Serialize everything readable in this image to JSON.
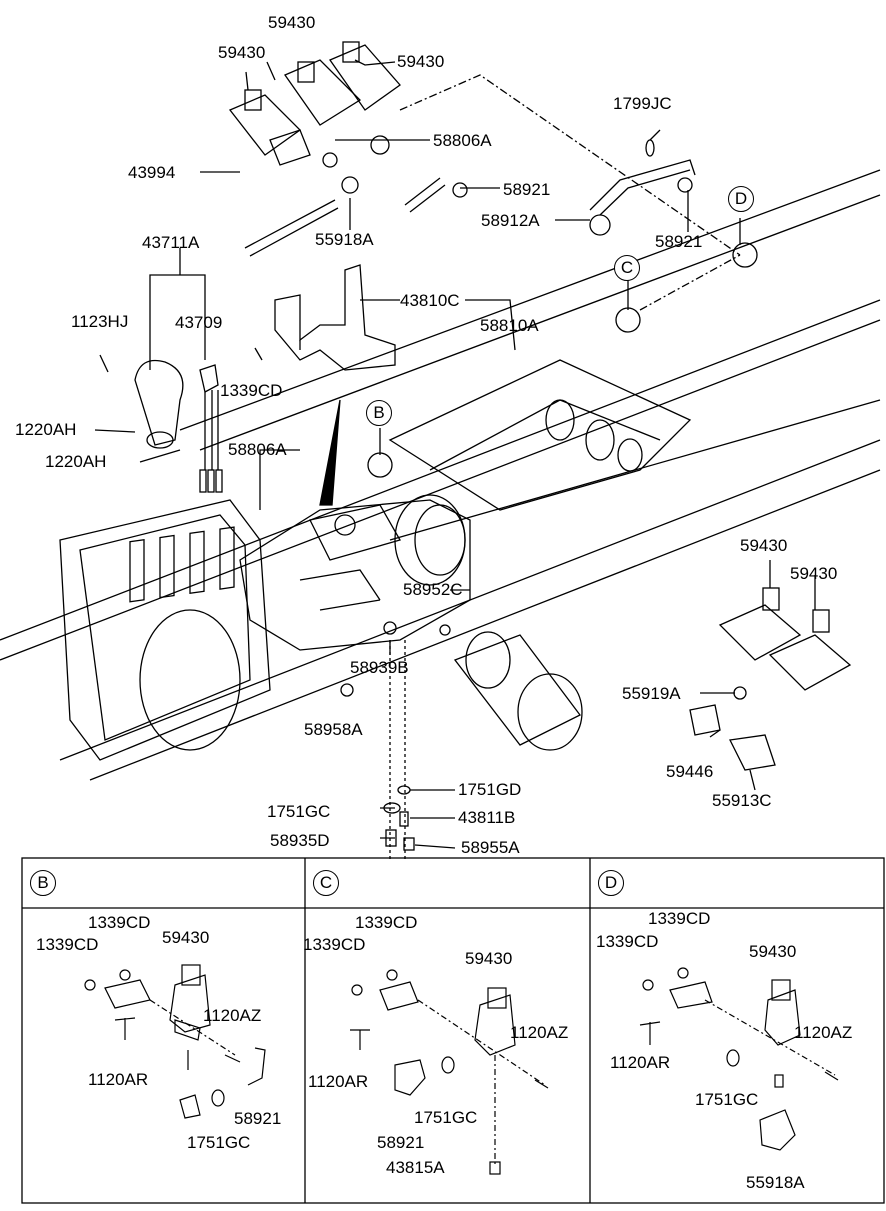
{
  "main": {
    "labels": [
      {
        "id": "l1",
        "text": "59430"
      },
      {
        "id": "l2",
        "text": "59430"
      },
      {
        "id": "l3",
        "text": "59430"
      },
      {
        "id": "l4",
        "text": "1799JC"
      },
      {
        "id": "l5",
        "text": "58806A"
      },
      {
        "id": "l6",
        "text": "43994"
      },
      {
        "id": "l7",
        "text": "58921"
      },
      {
        "id": "l8",
        "text": "58912A"
      },
      {
        "id": "l9",
        "text": "58921"
      },
      {
        "id": "l10",
        "text": "55918A"
      },
      {
        "id": "l11",
        "text": "43711A"
      },
      {
        "id": "l12",
        "text": "43810C"
      },
      {
        "id": "l13",
        "text": "1123HJ"
      },
      {
        "id": "l14",
        "text": "43709"
      },
      {
        "id": "l15",
        "text": "58810A"
      },
      {
        "id": "l16",
        "text": "1339CD"
      },
      {
        "id": "l17",
        "text": "1220AH"
      },
      {
        "id": "l18",
        "text": "1220AH"
      },
      {
        "id": "l19",
        "text": "58806A"
      },
      {
        "id": "l20",
        "text": "59430"
      },
      {
        "id": "l21",
        "text": "59430"
      },
      {
        "id": "l22",
        "text": "58952C"
      },
      {
        "id": "l23",
        "text": "58939B"
      },
      {
        "id": "l24",
        "text": "55919A"
      },
      {
        "id": "l25",
        "text": "58958A"
      },
      {
        "id": "l26",
        "text": "59446"
      },
      {
        "id": "l27",
        "text": "55913C"
      },
      {
        "id": "l28",
        "text": "1751GD"
      },
      {
        "id": "l29",
        "text": "1751GC"
      },
      {
        "id": "l30",
        "text": "43811B"
      },
      {
        "id": "l31",
        "text": "58935D"
      },
      {
        "id": "l32",
        "text": "58955A"
      }
    ],
    "callouts": {
      "B": "B",
      "C": "C",
      "D": "D"
    }
  },
  "panels": {
    "B": {
      "letter": "B",
      "labels": [
        "1339CD",
        "1339CD",
        "59430",
        "1120AZ",
        "1120AR",
        "58921",
        "1751GC"
      ]
    },
    "C": {
      "letter": "C",
      "labels": [
        "1339CD",
        "1339CD",
        "59430",
        "1120AZ",
        "1120AR",
        "1751GC",
        "58921",
        "43815A"
      ]
    },
    "D": {
      "letter": "D",
      "labels": [
        "1339CD",
        "1339CD",
        "59430",
        "1120AZ",
        "1120AR",
        "1751GC",
        "55918A"
      ]
    }
  }
}
